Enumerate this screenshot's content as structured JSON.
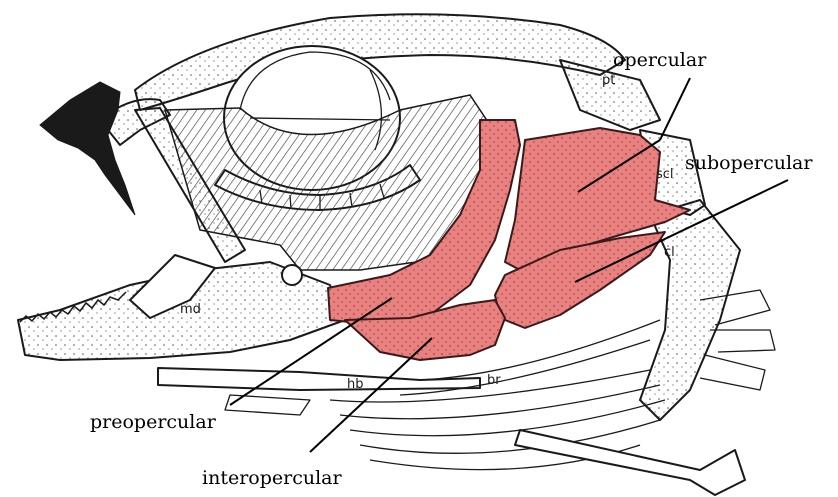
{
  "labels": {
    "opercular": "opercular",
    "subopercular": "subopercular",
    "preopercular": "preopercular",
    "interopercular": "interopercular"
  },
  "small_labels": {
    "md": "md",
    "cl": "cl",
    "br": "br",
    "hb": "hb",
    "scl": "scl",
    "pt": "pt"
  },
  "colors": {
    "opercular_bones": "#e8817f",
    "line": "#1a1a1a",
    "background": "#ffffff"
  }
}
